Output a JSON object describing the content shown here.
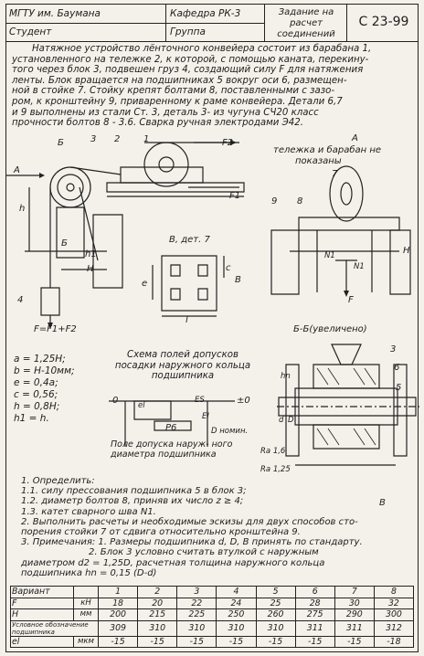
{
  "header": {
    "university": "МГТУ им. Баумана",
    "department": "Кафедра РК-3",
    "assignment": "Задание на расчет соединений",
    "code": "С 23-99",
    "student": "Студент",
    "group": "Группа"
  },
  "intro": {
    "lines": [
      "Натяжное устройство лёнточного конвейера состоит из барабана 1,",
      "установленного на тележке 2, к которой, с помощью каната, перекину-",
      "того через блок 3, подвешен груз 4, создающий силу F для натяжения",
      "ленты. Блок вращается на подшипниках 5 вокруг оси 6, размещен-",
      "ной в стойке 7. Стойку крепят болтами 8, поставленными с зазо-",
      "ром, к кронштейну 9, приваренному к раме конвейера. Детали 6,7",
      "и 9 выполнены из стали Ст. 3, деталь 3- из чугуна СЧ20 класс",
      "прочности болтов 8 - 3.6. Сварка ручная электродами Э42."
    ]
  },
  "labels": {
    "left_view": [
      "Б",
      "3",
      "2",
      "1",
      "F2",
      "A",
      "h",
      "Б",
      "h1",
      "H",
      "F1",
      "4",
      "F=F1+F2"
    ],
    "right_view": [
      "A",
      "тележка и барабан не",
      "показаны",
      "7",
      "9",
      "8",
      "H",
      "N1",
      "N1",
      "F"
    ],
    "detail7": [
      "В, дет. 7",
      "В",
      "c",
      "e",
      "l"
    ],
    "section": [
      "Б-Б(увеличено)",
      "3",
      "6",
      "5",
      "В",
      "hn",
      "d",
      "D"
    ]
  },
  "params": [
    "a = 1,25H;",
    "b = H-10мм;",
    "e = 0,4a;",
    "c = 0,56;",
    "h = 0,8H;",
    "h1 = h."
  ],
  "scheme": {
    "title": "Схема полей допусков посадки наружного кольца подшипника",
    "zero": "0",
    "pm0": "±0",
    "field_p6": "P6",
    "field_el": "el",
    "field_es": "ES",
    "field_ei": "EI",
    "dnom": "D номин.",
    "note": "Поле допуска наруж- ного диаметра подшипника",
    "ra1": "Ra 1,6",
    "ra2": "Ra 1,25"
  },
  "tasks": [
    "1. Определить:",
    "1.1. силу прессования подшипника 5 в блок 3;",
    "1.2. диаметр болтов 8, приняв их число z ≥ 4;",
    "1.3. катет сварного шва N1.",
    "2. Выполнить расчеты и необходимые эскизы для двух способов сто-",
    "порения стойки 7 от сдвига относительно кронштейна 9.",
    "3. Примечания: 1. Размеры подшипника d, D, В принять по стандарту.",
    "2. Блок 3 условно считать втулкой с наружным",
    "диаметром d2 = 1,25D, расчетная толщина наружного кольца",
    "подшипника hn = 0,15 (D-d)"
  ],
  "table": {
    "header": [
      "Вариант",
      "",
      "1",
      "2",
      "3",
      "4",
      "5",
      "6",
      "7",
      "8"
    ],
    "rows": [
      {
        "name": "F",
        "unit": "кН",
        "values": [
          "18",
          "20",
          "22",
          "24",
          "25",
          "28",
          "30",
          "32"
        ]
      },
      {
        "name": "H",
        "unit": "мм",
        "values": [
          "200",
          "215",
          "225",
          "250",
          "260",
          "275",
          "290",
          "300"
        ]
      },
      {
        "name": "Условное обозначение подшипника",
        "unit": "",
        "values": [
          "309",
          "310",
          "310",
          "310",
          "310",
          "311",
          "311",
          "312"
        ]
      },
      {
        "name": "el",
        "unit": "мкм",
        "values": [
          "-15",
          "-15",
          "-15",
          "-15",
          "-15",
          "-15",
          "-15",
          "-18"
        ]
      }
    ]
  }
}
